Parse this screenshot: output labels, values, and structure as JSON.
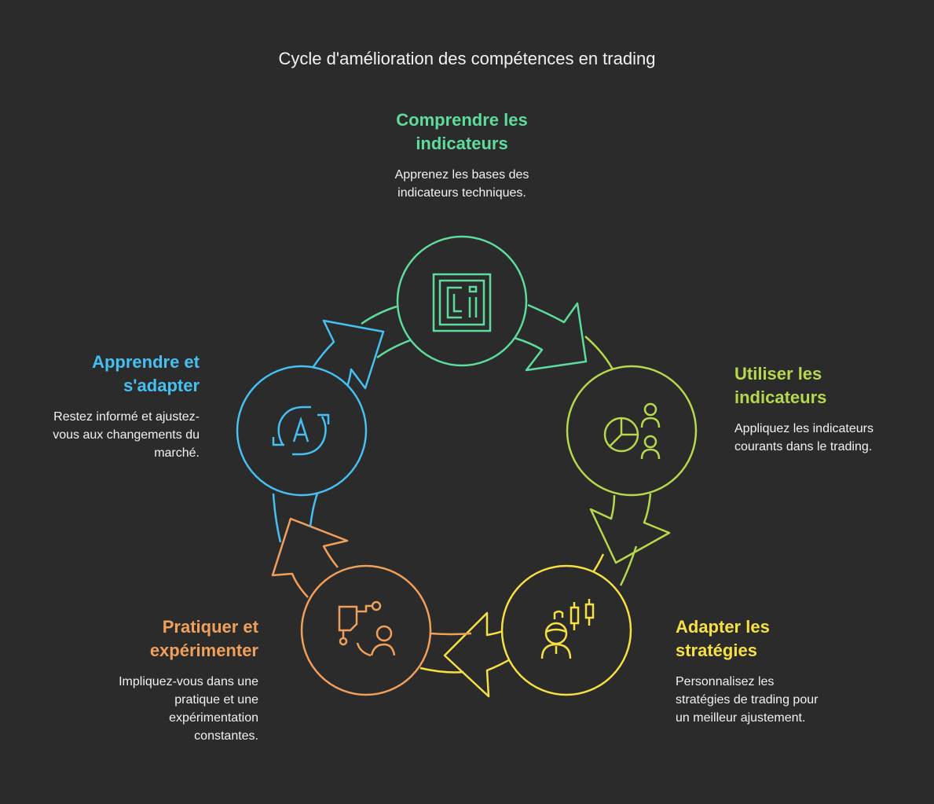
{
  "title": "Cycle d'amélioration des compétences en trading",
  "steps": [
    {
      "heading": [
        "Comprendre les",
        "indicateurs"
      ],
      "desc": [
        "Apprenez les bases des",
        "indicateurs techniques."
      ],
      "color": "#5edc9b",
      "icon": "ci-chip-icon"
    },
    {
      "heading": [
        "Utiliser les",
        "indicateurs"
      ],
      "desc": [
        "Appliquez les indicateurs",
        "courants dans le trading."
      ],
      "color": "#b4d94c",
      "icon": "pie-chart-people-icon"
    },
    {
      "heading": [
        "Adapter les",
        "stratégies"
      ],
      "desc": [
        "Personnalisez les",
        "stratégies de trading pour",
        "un meilleur ajustement."
      ],
      "color": "#f6e043",
      "icon": "trader-candlestick-icon"
    },
    {
      "heading": [
        "Pratiquer et",
        "expérimenter"
      ],
      "desc": [
        "Impliquez-vous dans une",
        "pratique et une",
        "expérimentation",
        "constantes."
      ],
      "color": "#f0a05a",
      "icon": "experiment-person-icon"
    },
    {
      "heading": [
        "Apprendre et",
        "s'adapter"
      ],
      "desc": [
        "Restez informé et ajustez-",
        "vous aux changements du",
        "marché."
      ],
      "color": "#46c0f2",
      "icon": "refresh-a-icon"
    }
  ]
}
